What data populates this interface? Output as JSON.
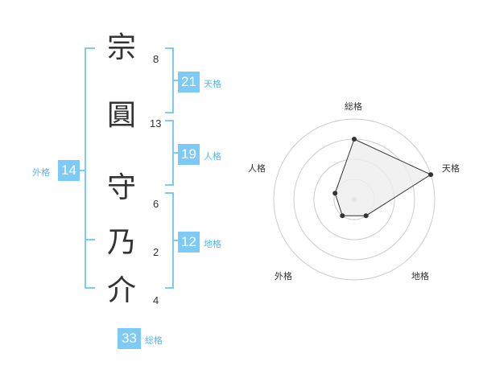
{
  "name": {
    "characters": [
      {
        "char": "宗",
        "strokes": "8"
      },
      {
        "char": "圓",
        "strokes": "13"
      },
      {
        "char": "守",
        "strokes": "6"
      },
      {
        "char": "乃",
        "strokes": "2"
      },
      {
        "char": "介",
        "strokes": "4"
      }
    ]
  },
  "fortunes": {
    "tenkaku": {
      "value": "21",
      "label": "天格"
    },
    "jinkaku": {
      "value": "19",
      "label": "人格"
    },
    "chikaku": {
      "value": "12",
      "label": "地格"
    },
    "gaikaku": {
      "value": "14",
      "label": "外格"
    },
    "soukaku": {
      "value": "33",
      "label": "総格"
    }
  },
  "colors": {
    "accent": "#7ccaf5",
    "accent_text": "#5bb8ee",
    "bracket": "#7ccaf5",
    "radar_fill": "#eeeeee",
    "radar_line": "#333333",
    "ring": "#cccccc"
  },
  "chart_data": {
    "type": "radar",
    "axes": [
      "総格",
      "天格",
      "地格",
      "外格",
      "人格"
    ],
    "max": 4,
    "series": [
      {
        "values": [
          3,
          4,
          1,
          1,
          1
        ]
      }
    ],
    "rings": 4
  }
}
